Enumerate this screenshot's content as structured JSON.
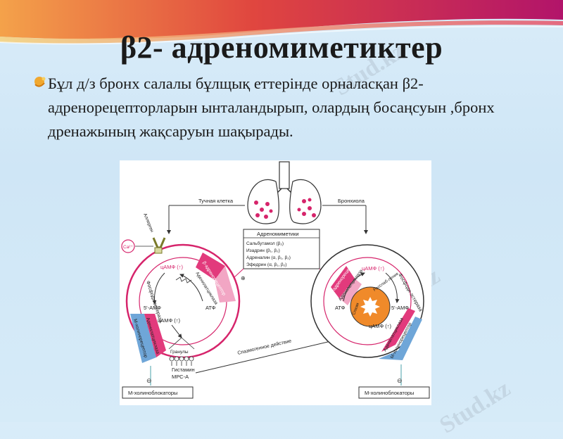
{
  "slide": {
    "title": "β2- адреномиметиктер",
    "bullet_text": "Бұл д/з бронх салалы бұлщық еттерінде орналасқан β2- адренорецепторларын ынталандырып, олардың босаңсуын ,бронх дренажының жақсаруын шақырады.",
    "watermark": "Stud.kz"
  },
  "diagram": {
    "mast_cell": "Тучная клетка",
    "bronchiole": "Бронхиола",
    "drug_box_title": "Адреномиметики",
    "drugs": [
      "Сальбутамол (β₂)",
      "Изадрин (β₁, β₂)",
      "Адреналин (α, β₁, β₂)",
      "Эфедрин (α, β₁, β₂)"
    ],
    "allergen": "Аллерген",
    "ca": "Ca²⁺",
    "beta_receptor": "β-адренорецептор",
    "adenylate_cyclase": "Аденилатциклаза",
    "camp_left": "цАМФ (↑)",
    "camp_left2": "цАМФ (↑)",
    "phosphodiesterase": "Фосфоди-эстераза",
    "amp_left": "5'-АМФ",
    "atp_left": "АТФ",
    "m_receptor": "М-холинорецептор",
    "granules": "Гранулы",
    "histamine": "Гистамин",
    "mrsa": "МРС-А",
    "spasmolytic": "Спазмогенное действие",
    "camp_right": "цАМФ (↑)",
    "camp_right2": "цАМФ (↑)",
    "atp_right": "АТФ",
    "amp_right": "5'-АМФ",
    "spasm": "Спазм",
    "relax": "Расслаб-ление",
    "m_blockers": "М-холиноблокаторы",
    "minus": "⊖",
    "plus": "⊕"
  }
}
